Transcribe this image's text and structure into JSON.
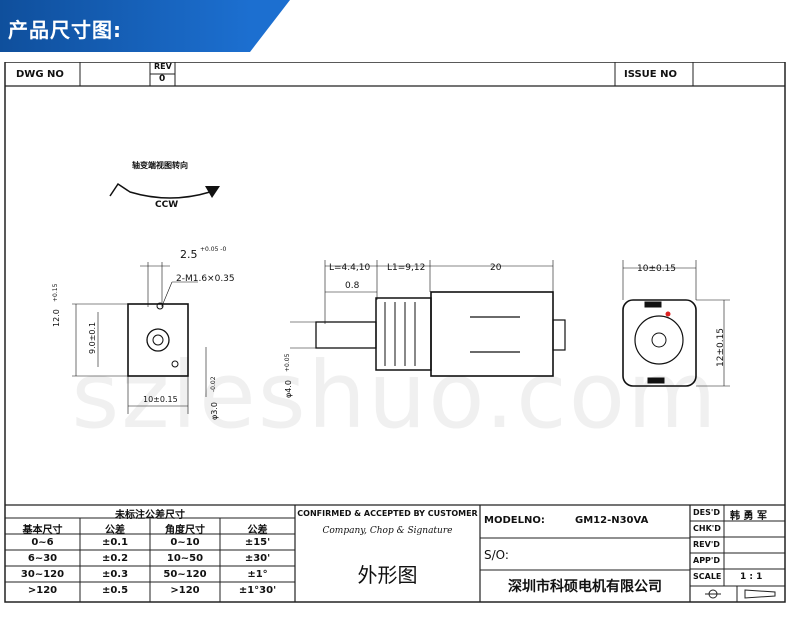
{
  "banner": {
    "title": "产品尺寸图:"
  },
  "header": {
    "dwg_no_label": "DWG  NO",
    "rev_label": "REV",
    "rev_value": "0",
    "issue_no_label": "ISSUE  NO"
  },
  "rotation": {
    "caption": "轴变端视图转向",
    "direction": "CCW"
  },
  "dimensions": {
    "front_top": "2.5",
    "front_top_tol": "+0.05 -0",
    "thread": "2-M1.6×0.35",
    "height": "12.0",
    "height_tol": "+0.15",
    "inner_height": "9.0±0.1",
    "width": "10±0.15",
    "hub_dia": "φ3.0",
    "hub_tol": "-0.02",
    "shaft_L": "L=4.4,10",
    "shaft_L1": "L1=9,12",
    "body_len": "20",
    "offset": "0.8",
    "shaft_dia": "φ4.0",
    "shaft_tol": "+0.05",
    "side_width": "10±0.15",
    "side_height": "12±0.15"
  },
  "watermark": "szleshuo.com",
  "tolerance_table": {
    "title": "未标注公差尺寸",
    "headers": [
      "基本尺寸",
      "公差",
      "角度尺寸",
      "公差"
    ],
    "rows": [
      [
        "0~6",
        "±0.1",
        "0~10",
        "±15'"
      ],
      [
        "6~30",
        "±0.2",
        "10~50",
        "±30'"
      ],
      [
        "30~120",
        "±0.3",
        "50~120",
        "±1°"
      ],
      [
        ">120",
        "±0.5",
        ">120",
        "±1°30'"
      ]
    ]
  },
  "confirm": {
    "title": "CONFIRMED & ACCEPTED BY CUSTOMER",
    "subtitle": "Company, Chop & Signature"
  },
  "title_block": {
    "modelno_label": "MODELNO:",
    "modelno_value": "GM12-N30VA",
    "so_label": "S/O:",
    "drawing_name": "外形图",
    "company": "深圳市科硕电机有限公司"
  },
  "signoff": {
    "rows": [
      {
        "label": "DES'D",
        "value": "韩 勇 军"
      },
      {
        "label": "CHK'D",
        "value": ""
      },
      {
        "label": "REV'D",
        "value": ""
      },
      {
        "label": "APP'D",
        "value": ""
      },
      {
        "label": "SCALE",
        "value": "1 : 1"
      }
    ]
  }
}
